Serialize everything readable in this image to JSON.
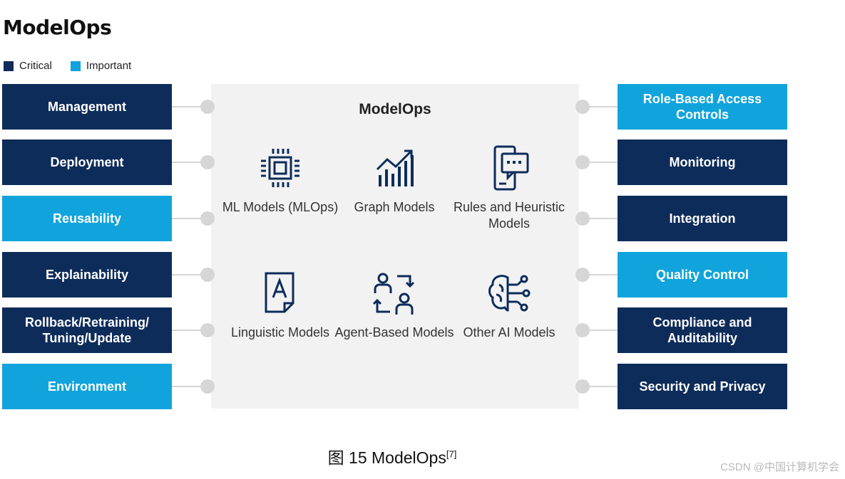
{
  "title": "ModelOps",
  "legend": {
    "critical": {
      "label": "Critical",
      "color": "#0d2c5a"
    },
    "important": {
      "label": "Important",
      "color": "#11a4dc"
    }
  },
  "left_items": [
    {
      "label": "Management",
      "level": "critical"
    },
    {
      "label": "Deployment",
      "level": "critical"
    },
    {
      "label": "Reusability",
      "level": "important"
    },
    {
      "label": "Explainability",
      "level": "critical"
    },
    {
      "label": "Rollback/Retraining/ Tuning/Update",
      "level": "critical"
    },
    {
      "label": "Environment",
      "level": "important"
    }
  ],
  "right_items": [
    {
      "label": "Role-Based Access Controls",
      "level": "important"
    },
    {
      "label": "Monitoring",
      "level": "critical"
    },
    {
      "label": "Integration",
      "level": "critical"
    },
    {
      "label": "Quality Control",
      "level": "important"
    },
    {
      "label": "Compliance and Auditability",
      "level": "critical"
    },
    {
      "label": "Security and Privacy",
      "level": "critical"
    }
  ],
  "center": {
    "title": "ModelOps",
    "models": [
      {
        "label": "ML Models (MLOps)",
        "icon": "chip-icon"
      },
      {
        "label": "Graph Models",
        "icon": "bar-chart-icon"
      },
      {
        "label": "Rules and Heuristic Models",
        "icon": "rules-document-icon"
      },
      {
        "label": "Linguistic Models",
        "icon": "letter-document-icon"
      },
      {
        "label": "Agent-Based Models",
        "icon": "agents-exchange-icon"
      },
      {
        "label": "Other AI Models",
        "icon": "brain-network-icon"
      }
    ]
  },
  "caption": {
    "text": "图 15   ModelOps",
    "ref": "[7]"
  },
  "watermark": "CSDN @中国计算机学会"
}
